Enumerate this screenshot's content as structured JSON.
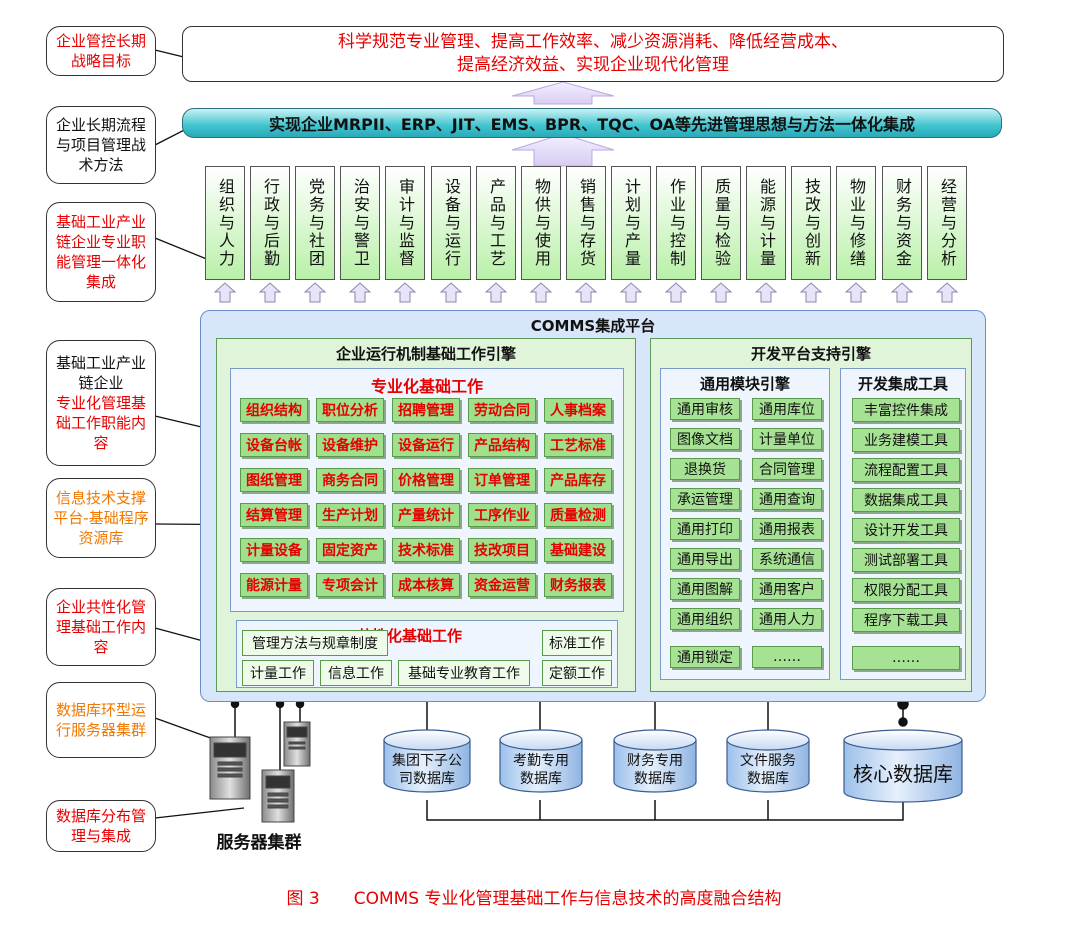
{
  "callouts": {
    "strategy": "企业管控长期战略目标",
    "method": "企业长期流程与项目管理战术方法",
    "industrial": "基础工业产业链企业专业职能管理一体化集成",
    "specialized_line1": "基础工业产业链企业",
    "specialized_line2": "专业化管理基础工作职能内容",
    "it_support": "信息技术支撑平台-基础程序资源库",
    "common": "企业共性化管理基础工作内容",
    "db_cluster": "数据库环型运行服务器集群",
    "db_distribution": "数据库分布管理与集成"
  },
  "goal": {
    "line1": "科学规范专业管理、提高工作效率、减少资源消耗、降低经营成本、",
    "line2": "提高经济效益、实现企业现代化管理"
  },
  "integration_band": "实现企业MRPII、ERP、JIT、EMS、BPR、TQC、OA等先进管理思想与方法一体化集成",
  "functions": [
    "组织与人力",
    "行政与后勤",
    "党务与社团",
    "治安与警卫",
    "审计与监督",
    "设备与运行",
    "产品与工艺",
    "物供与使用",
    "销售与存货",
    "计划与产量",
    "作业与控制",
    "质量与检验",
    "能源与计量",
    "技改与创新",
    "物业与修缮",
    "财务与资金",
    "经营与分析"
  ],
  "platform": {
    "title": "COMMS集成平台",
    "engine_title": "企业运行机制基础工作引擎",
    "specialized_title": "专业化基础工作",
    "specialized_rows": [
      [
        "组织结构",
        "职位分析",
        "招聘管理",
        "劳动合同",
        "人事档案"
      ],
      [
        "设备台帐",
        "设备维护",
        "设备运行",
        "产品结构",
        "工艺标准"
      ],
      [
        "图纸管理",
        "商务合同",
        "价格管理",
        "订单管理",
        "产品库存"
      ],
      [
        "结算管理",
        "生产计划",
        "产量统计",
        "工序作业",
        "质量检测"
      ],
      [
        "计量设备",
        "固定资产",
        "技术标准",
        "技改项目",
        "基础建设"
      ],
      [
        "能源计量",
        "专项会计",
        "成本核算",
        "资金运营",
        "财务报表"
      ]
    ],
    "common_title": "共性化基础工作",
    "common_items": {
      "methods": "管理方法与规章制度",
      "standard": "标准工作",
      "metering": "计量工作",
      "info": "信息工作",
      "education": "基础专业教育工作",
      "quota": "定额工作"
    },
    "dev_title": "开发平台支持引擎",
    "module_title": "通用模块引擎",
    "module_rows": [
      [
        "通用审核",
        "通用库位"
      ],
      [
        "图像文档",
        "计量单位"
      ],
      [
        "退换货",
        "合同管理"
      ],
      [
        "承运管理",
        "通用查询"
      ],
      [
        "通用打印",
        "通用报表"
      ],
      [
        "通用导出",
        "系统通信"
      ],
      [
        "通用图解",
        "通用客户"
      ],
      [
        "通用组织",
        "通用人力"
      ],
      [
        "通用锁定",
        "……"
      ]
    ],
    "tools_title": "开发集成工具",
    "tools": [
      "丰富控件集成",
      "业务建模工具",
      "流程配置工具",
      "数据集成工具",
      "设计开发工具",
      "测试部署工具",
      "权限分配工具",
      "程序下载工具",
      "……"
    ]
  },
  "databases": [
    "集团下子公司数据库",
    "考勤专用数据库",
    "财务专用数据库",
    "文件服务数据库",
    "核心数据库"
  ],
  "db_labels": {
    "d0a": "集团下子公",
    "d0b": "司数据库",
    "d1a": "考勤专用",
    "d1b": "数据库",
    "d2a": "财务专用",
    "d2b": "数据库",
    "d3a": "文件服务",
    "d3b": "数据库",
    "d4": "核心数据库"
  },
  "servers_label": "服务器集群",
  "caption": "图 3　　COMMS 专业化管理基础工作与信息技术的高度融合结构",
  "colors": {
    "callout_red": "#e60000",
    "callout_orange": "#f07800",
    "band_teal": "#3fc4cf",
    "platform_blue": "#d7e6f8",
    "cell_green": "#9fe08c"
  }
}
